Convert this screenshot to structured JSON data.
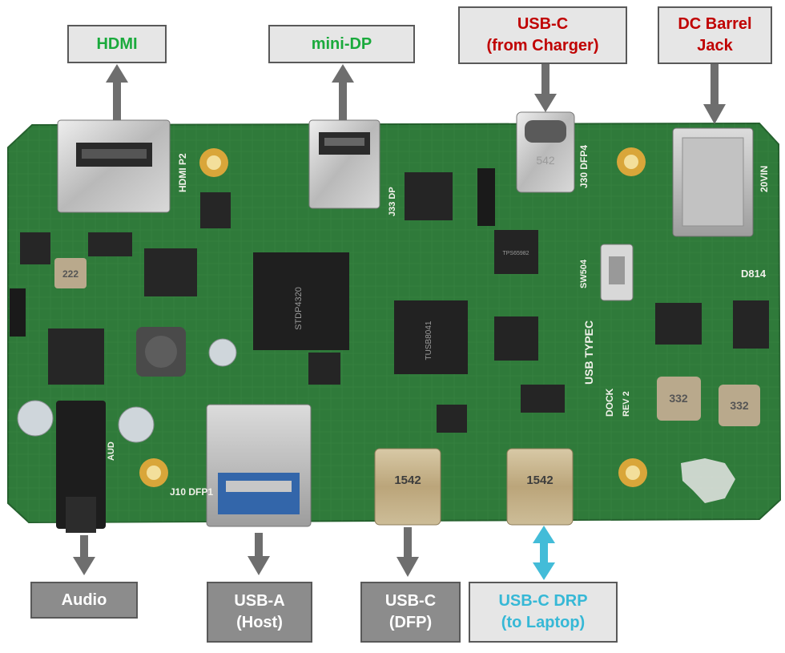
{
  "labels": {
    "hdmi": "HDMI",
    "mini_dp": "mini-DP",
    "usbc_charger": "USB-C\n(from Charger)",
    "dc_jack": "DC Barrel\nJack",
    "audio": "Audio",
    "usba_host": "USB-A\n(Host)",
    "usbc_dfp": "USB-C\n(DFP)",
    "usbc_drp": "USB-C DRP\n(to Laptop)"
  },
  "colors": {
    "green_label": "#1aaa3c",
    "red_label": "#c00000",
    "cyan_label": "#36b8d6",
    "arrow_gray": "#6e6e6e",
    "arrow_cyan": "#43bcd8",
    "pcb_green": "#2f7a3a"
  },
  "board": {
    "silkscreen": {
      "usb_typec": "USB TYPEC",
      "dock": "DOCK",
      "rev": "REV 2",
      "hdmi_p2": "HDMI P2",
      "j10_dfp1": "J10 DFP1",
      "dfp4": "J30 DFP4",
      "dp": "J33 DP",
      "vin": "20VIN",
      "sw504": "SW504",
      "d814": "D814",
      "audio_ref": "AUD"
    },
    "chip_markings": {
      "main_ic": "STDP4320",
      "tusb_ic": "TUSB8041",
      "tps_ic": "TPS65982",
      "inductor1": "332",
      "inductor2": "332",
      "inductor3": "222",
      "usbc_left": "1542",
      "usbc_right": "1542",
      "usbc_top": "542"
    }
  }
}
